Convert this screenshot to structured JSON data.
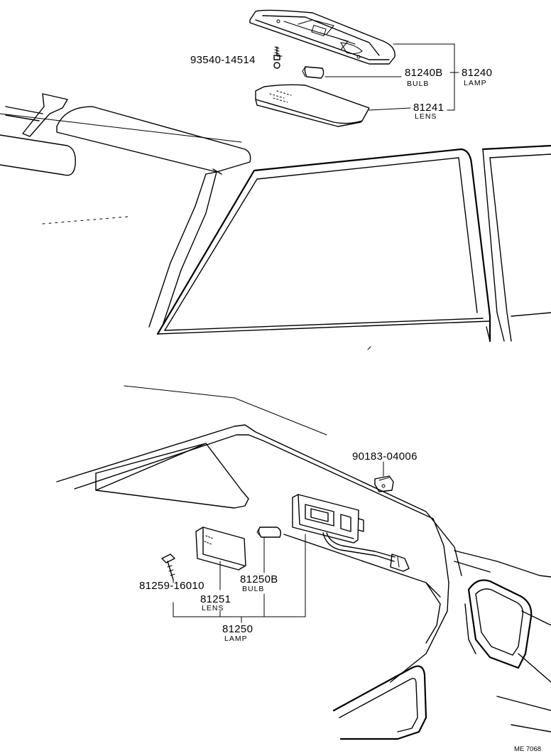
{
  "labels": {
    "screw_top": "93540-14514",
    "bulb_top_num": "81240B",
    "bulb_top_sub": "BULB",
    "lamp_top_num": "81240",
    "lamp_top_sub": "LAMP",
    "lens_top_num": "81241",
    "lens_top_sub": "LENS",
    "clip_bottom": "90183-04006",
    "screw_bottom": "81259-16010",
    "bulb_bottom_num": "81250B",
    "bulb_bottom_sub": "BULB",
    "lens_bottom_num": "81251",
    "lens_bottom_sub": "LENS",
    "lamp_bottom_num": "81250",
    "lamp_bottom_sub": "LAMP",
    "figure_code": "ME 7068"
  }
}
